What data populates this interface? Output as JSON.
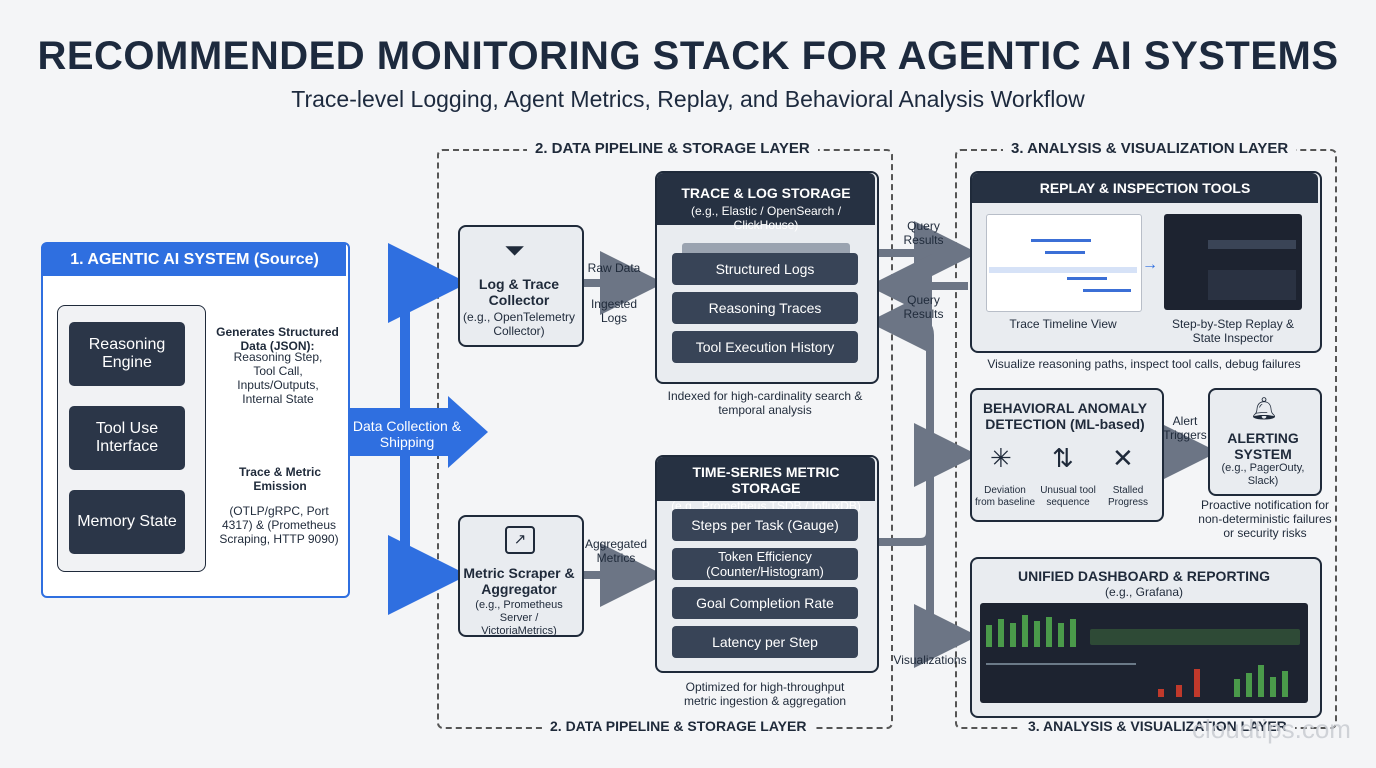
{
  "title": "RECOMMENDED MONITORING STACK FOR AGENTIC AI SYSTEMS",
  "subtitle": "Trace-level Logging, Agent Metrics, Replay, and Behavioral Analysis Workflow",
  "source": {
    "header": "1. AGENTIC AI SYSTEM (Source)",
    "components": [
      "Reasoning Engine",
      "Tool Use Interface",
      "Memory State"
    ],
    "gen_title": "Generates Structured Data (JSON):",
    "gen_items": "Reasoning Step, Tool Call, Inputs/Outputs, Internal State",
    "emission_title": "Trace & Metric Emission",
    "protocols": "(OTLP/gRPC, Port 4317) & (Prometheus Scraping, HTTP 9090)"
  },
  "shipping": "Data Collection & Shipping",
  "pipeline": {
    "label": "2. DATA PIPELINE & STORAGE LAYER",
    "collector": {
      "title": "Log & Trace Collector",
      "sub": "(e.g., OpenTelemetry Collector)"
    },
    "scraper": {
      "title": "Metric Scraper & Aggregator",
      "sub": "(e.g., Prometheus Server / VictoriaMetrics)"
    },
    "raw_data": "Raw Data",
    "ingested_logs": "Ingested Logs",
    "aggregated_metrics": "Aggregated Metrics",
    "log_storage": {
      "title": "TRACE & LOG STORAGE",
      "sub": "(e.g., Elastic / OpenSearch / ClickHouse)",
      "items": [
        "Structured Logs",
        "Reasoning Traces",
        "Tool Execution History"
      ],
      "note": "Indexed for high-cardinality search & temporal analysis"
    },
    "metric_storage": {
      "title": "TIME-SERIES METRIC STORAGE",
      "sub": "(e.g., Prometheus TSDB / InfluxDB)",
      "items": [
        "Steps per Task (Gauge)",
        "Token Efficiency (Counter/Histogram)",
        "Goal Completion Rate",
        "Latency per Step"
      ],
      "note": "Optimized for high-throughput metric ingestion & aggregation"
    }
  },
  "analysis": {
    "label": "3. ANALYSIS & VISUALIZATION LAYER",
    "query_results": "Query Results",
    "visualizations": "Visualizations",
    "replay": {
      "title": "REPLAY & INSPECTION TOOLS",
      "timeline": "Trace Timeline View",
      "inspector": "Step-by-Step Replay & State Inspector",
      "note": "Visualize reasoning paths, inspect tool calls, debug failures"
    },
    "anomaly": {
      "title": "BEHAVIORAL ANOMALY DETECTION (ML-based)",
      "items": [
        "Deviation from baseline",
        "Unusual tool sequence",
        "Stalled Progress"
      ]
    },
    "alert_triggers": "Alert Triggers",
    "alerting": {
      "title": "ALERTING SYSTEM",
      "sub": "(e.g., PagerOuty, Slack)",
      "note": "Proactive notification for non-deterministic failures or security risks"
    },
    "dashboard": {
      "title": "UNIFIED DASHBOARD & REPORTING",
      "sub": "(e.g., Grafana)"
    }
  },
  "watermark": "cloudtips.com",
  "colors": {
    "accent_blue": "#2f6fe0",
    "dark": "#263142",
    "arrow_gray": "#6c7585"
  }
}
